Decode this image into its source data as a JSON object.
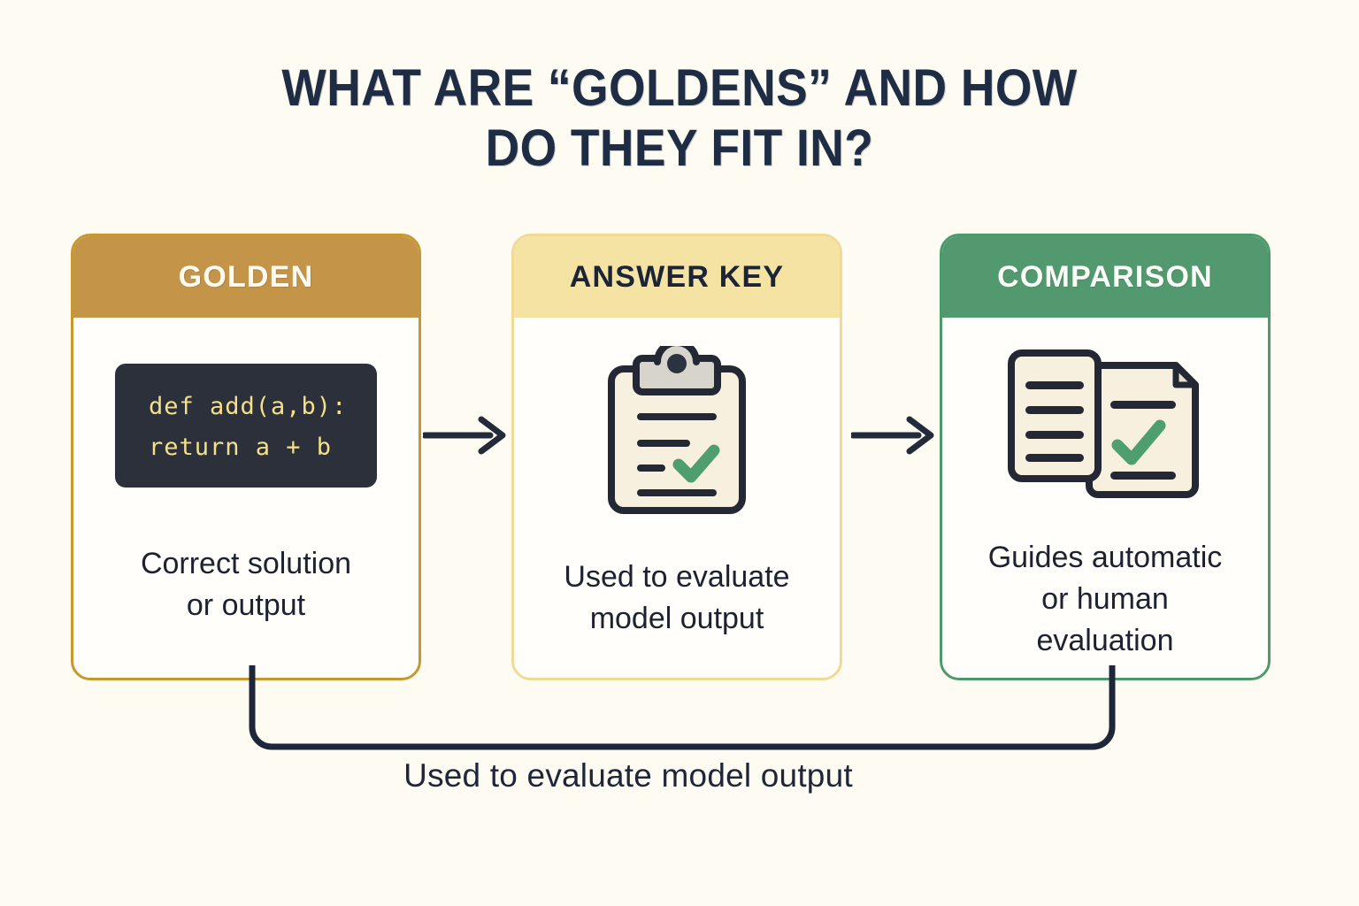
{
  "page": {
    "background_color": "#FDFBF2",
    "title_line1": "WHAT ARE “GOLDENS” AND HOW",
    "title_line2": "DO THEY FIT IN?",
    "title_color": "#1E2C44"
  },
  "cards": [
    {
      "id": "golden",
      "header_label": "GOLDEN",
      "header_bg": "#C49549",
      "header_text_color": "#FCFAF2",
      "border_color": "#C8982F",
      "body_bg": "#FFFEFA",
      "content_type": "code",
      "code_lines": [
        "def add(a,b):",
        "return a + b"
      ],
      "code_bg": "#2B303B",
      "code_text_color": "#F5E08A",
      "caption_line1": "Correct solution",
      "caption_line2": "or output",
      "caption_color": "#1C2230"
    },
    {
      "id": "answer-key",
      "header_label": "ANSWER KEY",
      "header_bg": "#F4E3A2",
      "header_text_color": "#1B2438",
      "border_color": "#F0DA95",
      "body_bg": "#FFFEFA",
      "content_type": "icon",
      "icon_name": "clipboard-check-icon",
      "icon_paper_color": "#F7F0DE",
      "icon_clip_color": "#D6D4CB",
      "icon_outline_color": "#232834",
      "icon_check_color": "#4E9E70",
      "caption_line1": "Used to evaluate",
      "caption_line2": "model output",
      "caption_color": "#1C2230"
    },
    {
      "id": "comparison",
      "header_label": "COMPARISON",
      "header_bg": "#53996F",
      "header_text_color": "#FBFDF9",
      "border_color": "#4C9A6C",
      "body_bg": "#FFFEFA",
      "content_type": "icon",
      "icon_name": "two-documents-compare-icon",
      "icon_paper_color": "#F7F0DE",
      "icon_outline_color": "#232834",
      "icon_check_color": "#4E9E70",
      "caption_line1": "Guides automatic",
      "caption_line2": "or human",
      "caption_line3": "evaluation",
      "caption_color": "#1C2230"
    }
  ],
  "arrows": [
    {
      "name": "arrow-golden-to-answer-key",
      "color": "#232B3A"
    },
    {
      "name": "arrow-answer-key-to-comparison",
      "color": "#232B3A"
    }
  ],
  "connector": {
    "name": "feedback-connector",
    "color": "#1E2639",
    "caption": "Used to evaluate model output",
    "caption_color": "#1E2639"
  }
}
